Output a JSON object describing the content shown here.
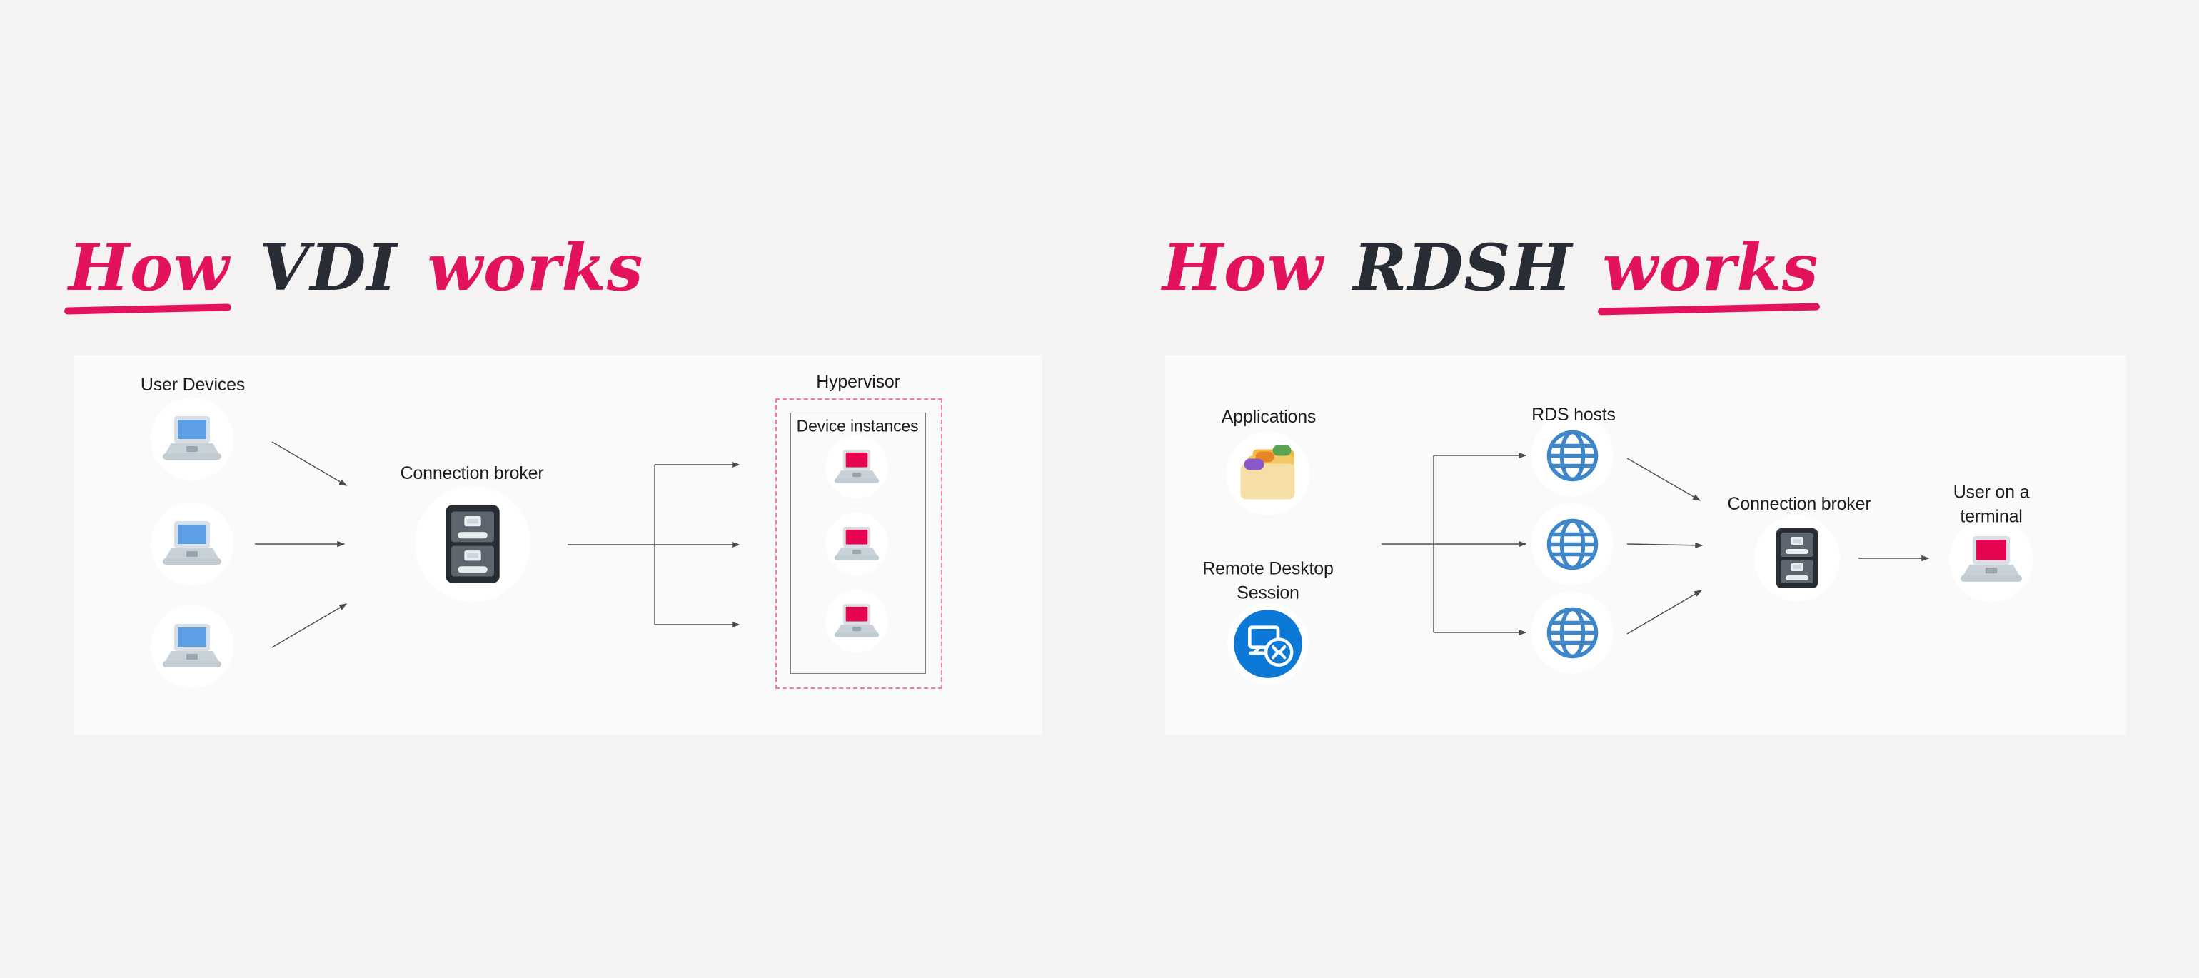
{
  "colors": {
    "page_bg": "#f4f3f1",
    "panel_bg": "#f9fafc",
    "accent_pink": "#e3125c",
    "title_dark": "#272c35",
    "laptop_screen_blue": "#5d9fe4",
    "laptop_screen_pink": "#e6034f",
    "globe_blue": "#3e86c7",
    "remote_desktop_blue": "#0c79d6",
    "connector_line": "#4d4d4d",
    "hypervisor_dashed_border": "#f4799f"
  },
  "vdi": {
    "title": {
      "word1": "How",
      "word2": "VDI",
      "word3": "works"
    },
    "labels": {
      "user_devices": "User Devices",
      "connection_broker": "Connection broker",
      "hypervisor": "Hypervisor",
      "device_instances": "Device instances"
    }
  },
  "rdsh": {
    "title": {
      "word1": "How",
      "word2": "RDSH",
      "word3": "works"
    },
    "labels": {
      "applications": "Applications",
      "remote_desktop_session": "Remote Desktop\nSession",
      "rds_hosts": "RDS hosts",
      "connection_broker": "Connection broker",
      "user_on_terminal": "User on a terminal"
    }
  },
  "icons": {
    "user_device": "laptop-icon",
    "connection_broker": "file-cabinet-icon",
    "device_instance": "pink-laptop-icon",
    "applications": "folder-stack-icon",
    "remote_desktop_session": "remote-desktop-icon",
    "rds_host": "globe-icon",
    "user_terminal": "pink-laptop-icon"
  }
}
